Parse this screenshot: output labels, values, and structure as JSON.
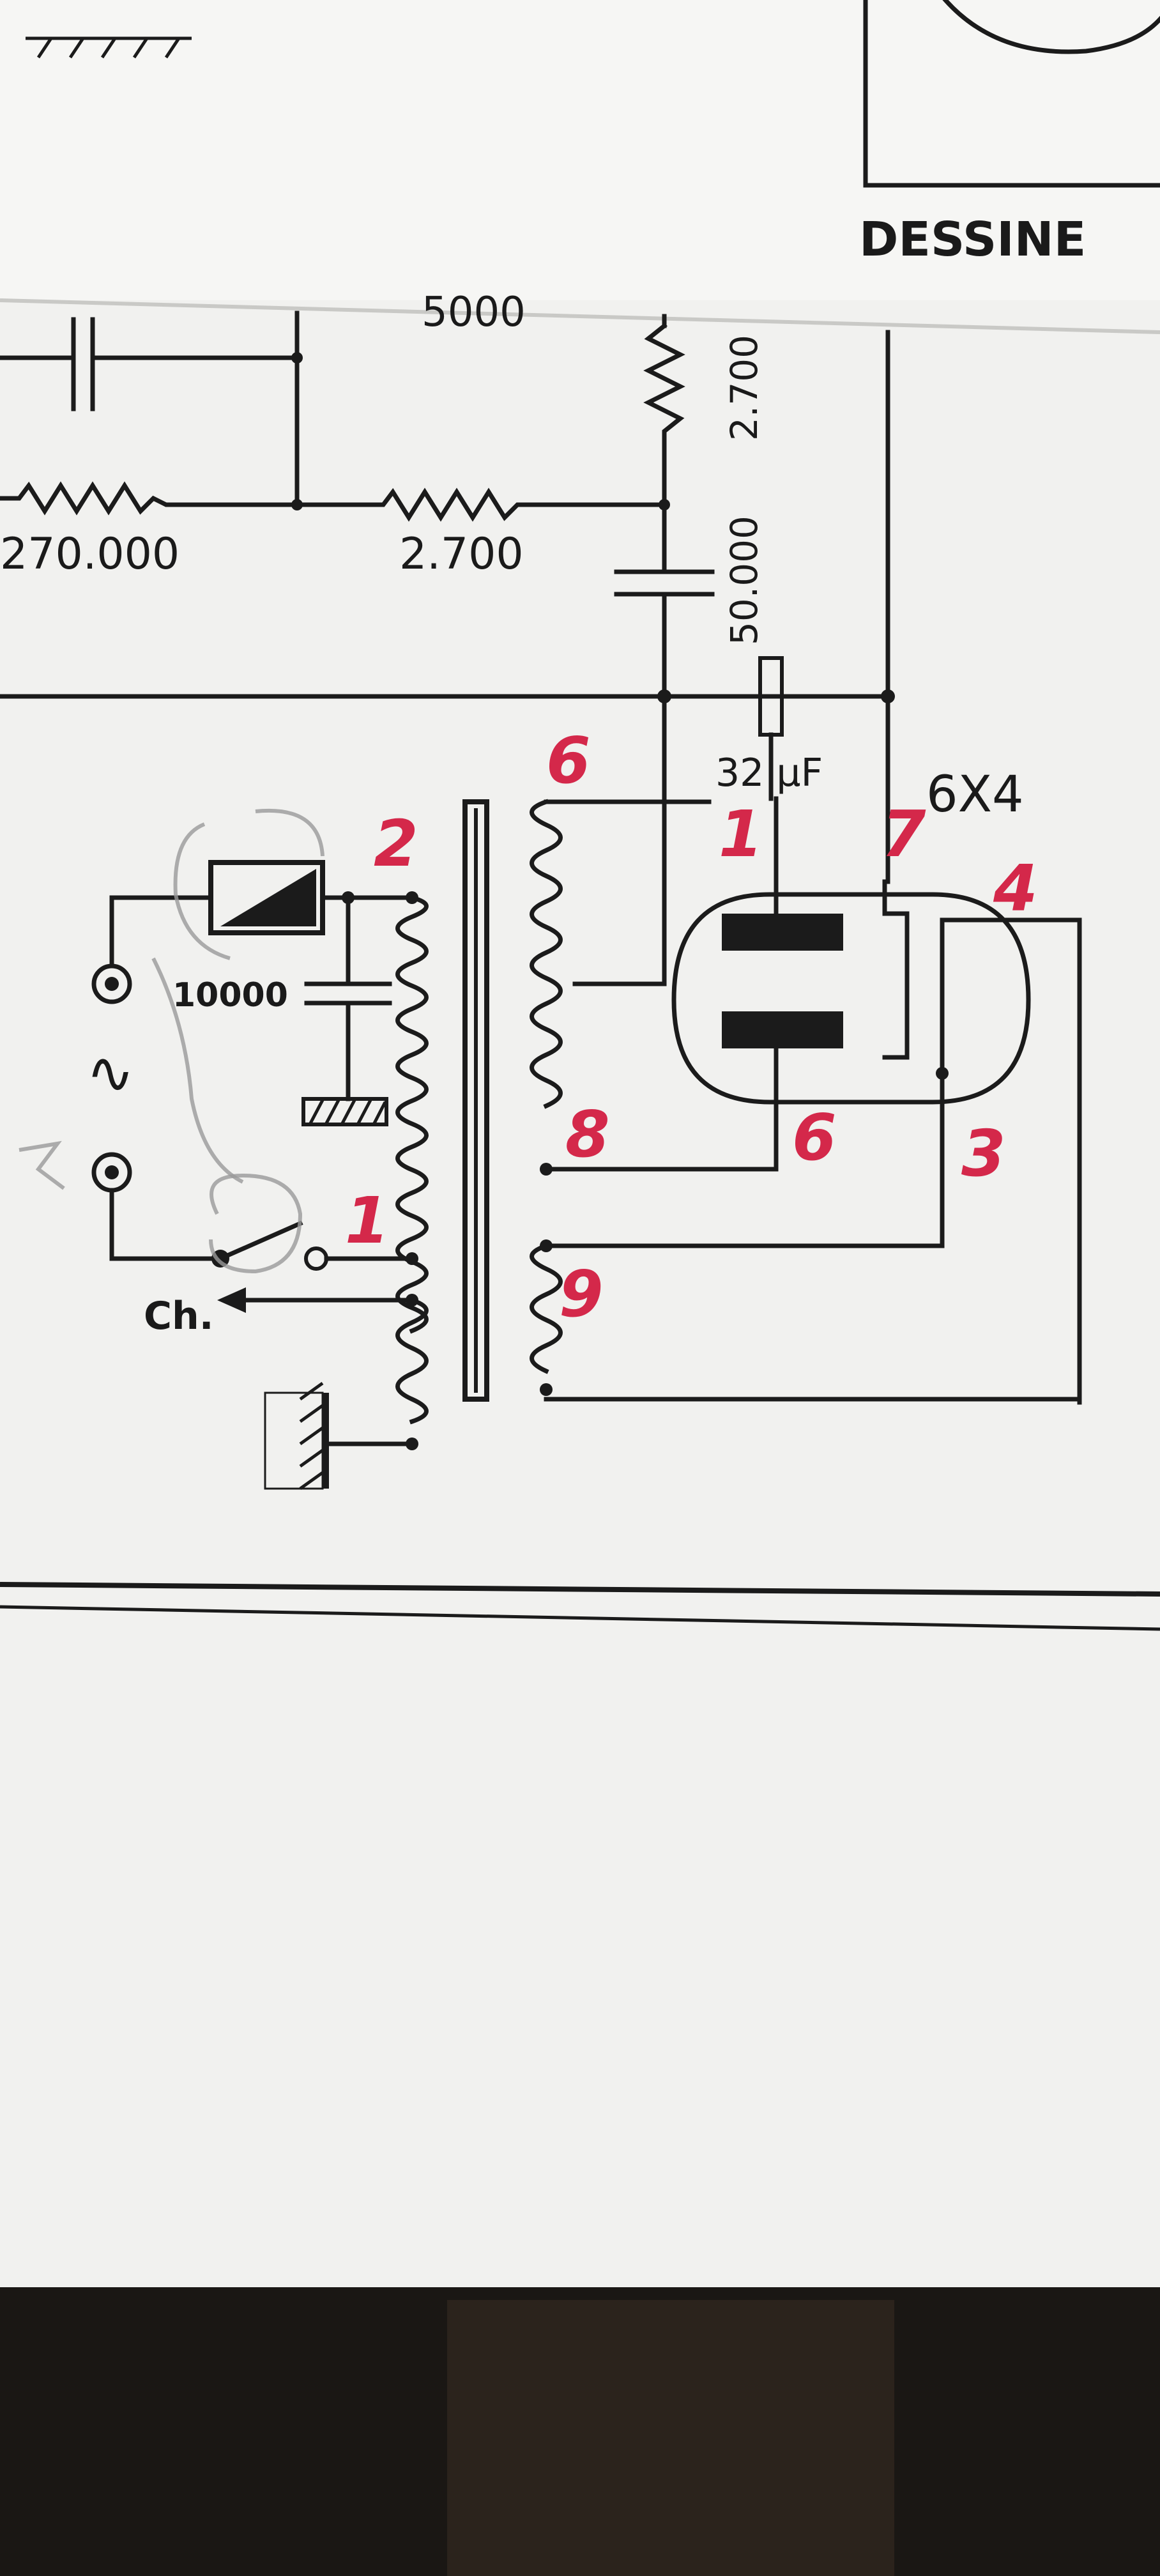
{
  "top_sheet": {
    "caption": "DESSINE"
  },
  "schematic": {
    "resistors": {
      "r1": "270.000",
      "r2": "2.700",
      "r3": "2.700",
      "r_top": "5000"
    },
    "capacitors": {
      "c1": "50.000",
      "c2": "10000",
      "electrolytic": "32 μF"
    },
    "tube": "6X4",
    "switch_label": "Ch.",
    "ac_symbol": "∿"
  },
  "handwritten_pins": {
    "p_top_left": "2",
    "p_bottom_left": "1",
    "p_hv_top": "6",
    "p_hv_center": "8",
    "p_heater": "9",
    "p_anode_top": "1",
    "p_anode_bottom": "6",
    "p_cathode": "7",
    "p_heater_a": "4",
    "p_heater_b": "3"
  },
  "colors": {
    "paper": "#f1f1ef",
    "ink": "#1b1b1b",
    "handwriting": "#d4284a",
    "pencil": "#9a9a9a",
    "desk": "#1a1714"
  }
}
